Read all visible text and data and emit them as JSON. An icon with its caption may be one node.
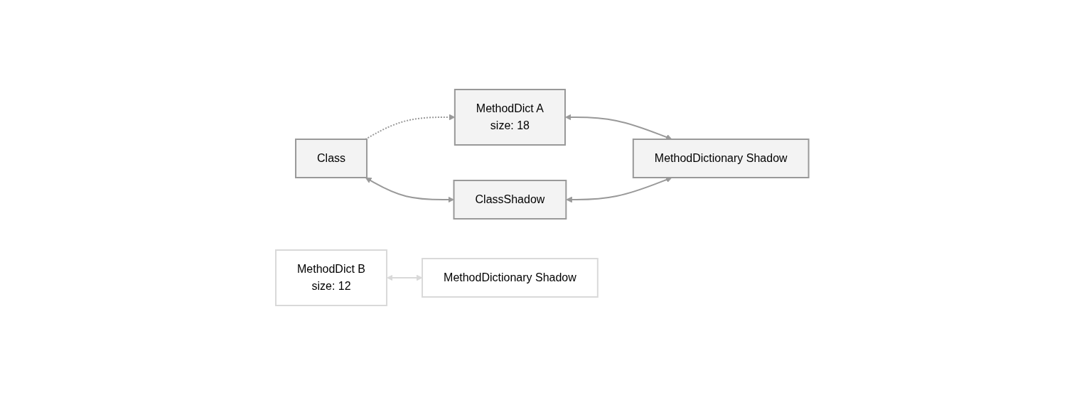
{
  "diagram": {
    "nodes": [
      {
        "text": [
          "Class"
        ]
      },
      {
        "text": [
          "MethodDict A",
          "size: 18"
        ]
      },
      {
        "text": [
          "MethodDict B",
          "size: 12"
        ]
      },
      {
        "text": [
          "ClassShadow"
        ]
      },
      {
        "text": [
          "MethodDictionary Shadow"
        ]
      },
      {
        "text": [
          "MethodDictionary Shadow"
        ]
      }
    ],
    "edges": [
      {
        "from": 0,
        "to": 1,
        "arrow": "to",
        "style": "dashed"
      },
      {
        "from": 0,
        "to": 3,
        "arrow": "both"
      },
      {
        "from": 1,
        "to": 5,
        "arrow": "both"
      },
      {
        "from": 2,
        "to": 4,
        "arrow": "both",
        "color": "#d9d9d9"
      },
      {
        "from": 3,
        "to": 5,
        "arrow": "both"
      }
    ]
  }
}
